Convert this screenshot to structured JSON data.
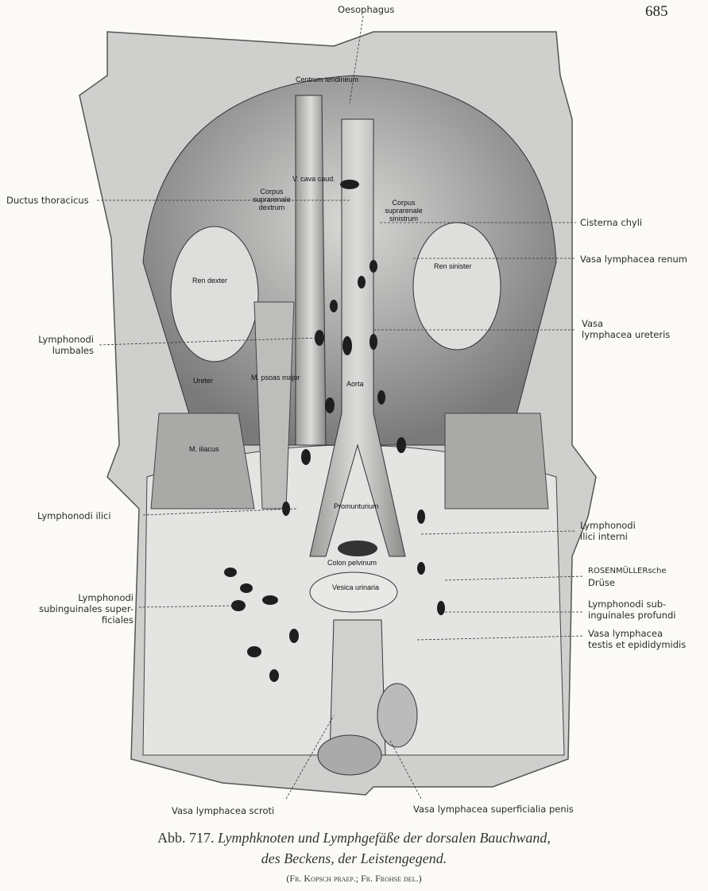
{
  "page_number": "685",
  "labels": {
    "oesophagus": "Oesophagus",
    "ductus_thoracicus": "Ductus thoracicus",
    "cisterna_chyli": "Cisterna chyli",
    "vasa_lymphacea_renum": "Vasa lymphacea renum",
    "vasa_lymphacea_ureteris_1": "Vasa",
    "vasa_lymphacea_ureteris_2": "lymphacea ureteris",
    "lymphonodi_lumbales_1": "Lymphonodi",
    "lymphonodi_lumbales_2": "lumbales",
    "lymphonodi_ilici": "Lymphonodi ilici",
    "lymphonodi_ilici_interni_1": "Lymphonodi",
    "lymphonodi_ilici_interni_2": "ilici interni",
    "rosenmueller_1": "ROSENMÜLLERsche",
    "rosenmueller_2": "Drüse",
    "subinguinales_superf_1": "Lymphonodi",
    "subinguinales_superf_2": "subinguinales super-",
    "subinguinales_superf_3": "ficiales",
    "subinguinales_prof_1": "Lymphonodi sub-",
    "subinguinales_prof_2": "inguinales profundi",
    "vasa_testis_1": "Vasa lymphacea",
    "vasa_testis_2": "testis et epididymidis",
    "vasa_scroti": "Vasa lymphacea scroti",
    "vasa_penis": "Vasa lymphacea superficialia penis"
  },
  "inner_labels": {
    "centrum": "Centrum tendineum",
    "vcava": "V. cava caud.",
    "corpus_dex": "Corpus suprarenale dextrum",
    "corpus_sin": "Corpus suprarenale sinistrum",
    "ren_dexter": "Ren dexter",
    "ren_sinister": "Ren sinister",
    "ureter": "Ureter",
    "psoas": "M. psoas major",
    "aorta": "Aorta",
    "iliacus": "M. iliacus",
    "promunturium": "Promunturium",
    "colon": "Colon pelvinum",
    "vesica": "Vesica urinaria"
  },
  "caption": {
    "prefix": "Abb. 717.",
    "title_line1": "Lymphknoten und Lymphgefäße der dorsalen Bauchwand,",
    "title_line2": "des Beckens, der Leistengegend.",
    "credit": "(Fr. Kopsch praep.; Fr. Frohse del.)"
  }
}
